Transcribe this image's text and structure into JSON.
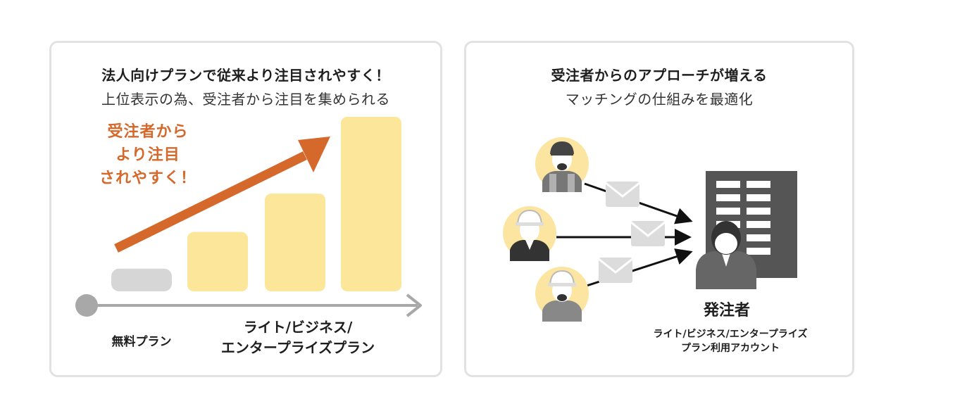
{
  "left_panel": {
    "title": "法人向けプランで従来より注目されやすく！",
    "subtitle": "上位表示の為、受注者から注目を集められる",
    "callout_lines": [
      "受注者から",
      "より注目",
      "されやすく！"
    ],
    "free_plan_label": "無料プラン",
    "paid_plan_label_lines": [
      "ライト/ビジネス/",
      "エンタープライズプラン"
    ],
    "bars": [
      {
        "level": 0.13,
        "tier": "free"
      },
      {
        "level": 0.34,
        "tier": "paid"
      },
      {
        "level": 0.56,
        "tier": "paid"
      },
      {
        "level": 1.0,
        "tier": "paid"
      }
    ],
    "colors": {
      "arrow": "#d4692b",
      "bar_paid": "#fbe69a",
      "bar_free": "#d6d6d6",
      "axis": "#a8a8a8"
    }
  },
  "right_panel": {
    "title": "受注者からのアプローチが増える",
    "subtitle": "マッチングの仕組みを最適化",
    "client_label": "発注者",
    "account_label_lines": [
      "ライト/ビジネス/エンタープライズ",
      "プラン利用アカウント"
    ],
    "workers": [
      {
        "icon": "worker-cap-icon"
      },
      {
        "icon": "worker-helmet-icon"
      },
      {
        "icon": "worker-helmet-icon"
      }
    ],
    "colors": {
      "worker_circle": "#fbe5a0",
      "building": "#555555",
      "envelope": "#dcdcdc"
    }
  }
}
